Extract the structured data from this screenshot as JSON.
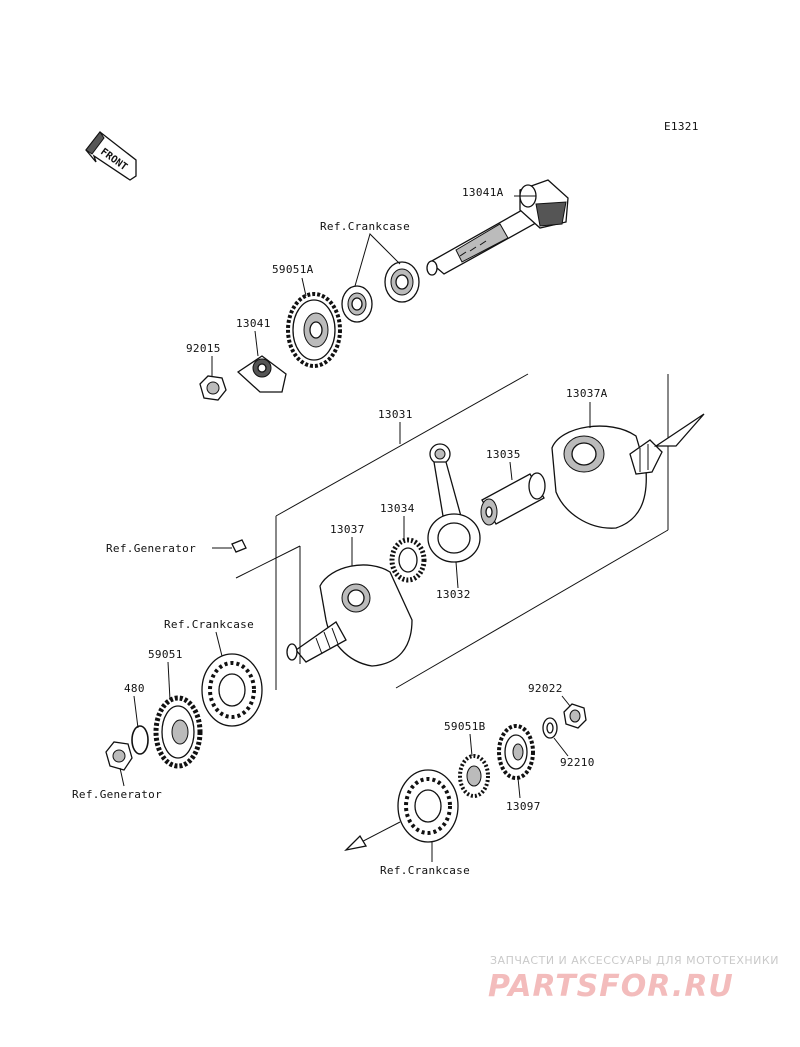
{
  "diagram_code": "E1321",
  "front_label": "FRONT",
  "labels": {
    "p13041A": "13041A",
    "ref_crankcase_top": "Ref.Crankcase",
    "p59051A": "59051A",
    "p13041": "13041",
    "p92015": "92015",
    "p13037A": "13037A",
    "p13031": "13031",
    "p13035": "13035",
    "p13034": "13034",
    "p13037": "13037",
    "ref_generator_mid": "Ref.Generator",
    "p13032": "13032",
    "ref_crankcase_left": "Ref.Crankcase",
    "p59051": "59051",
    "p480": "480",
    "ref_generator_bottom": "Ref.Generator",
    "p92022": "92022",
    "p59051B": "59051B",
    "p92210": "92210",
    "p13097": "13097",
    "ref_crankcase_bottom": "Ref.Crankcase"
  },
  "watermark": {
    "tagline": "ЗАПЧАСТИ И АКСЕССУАРЫ ДЛЯ МОТОТЕХНИКИ",
    "brand": "PARTSFOR.RU"
  }
}
